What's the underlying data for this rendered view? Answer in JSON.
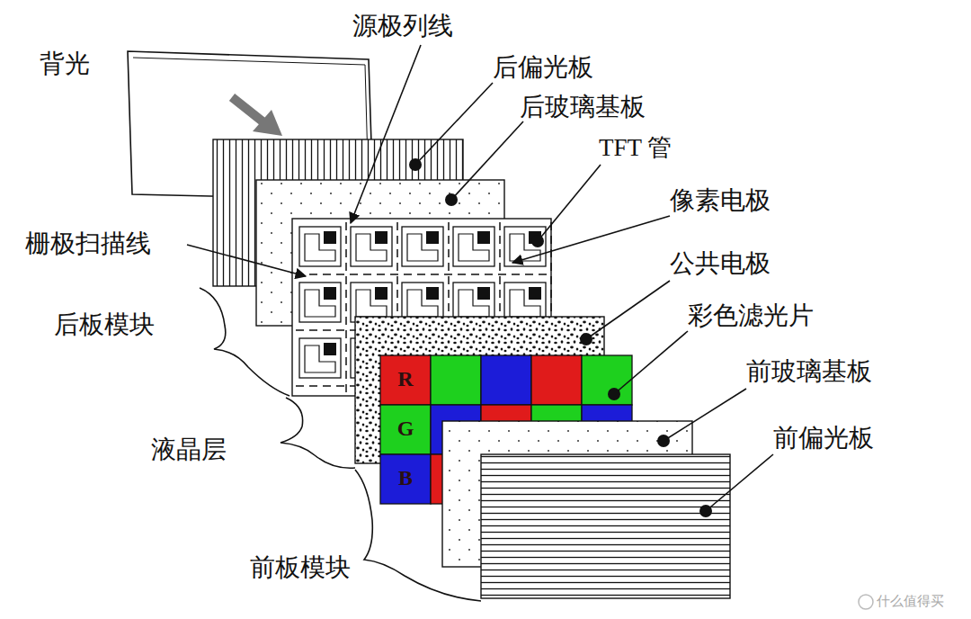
{
  "diagram": {
    "labels": [
      "源极列线",
      "背光",
      "后偏光板",
      "后玻璃基板",
      "TFT 管",
      "像素电极",
      "栅极扫描线",
      "公共电极",
      "后板模块",
      "彩色滤光片",
      "R",
      "液晶层",
      "G",
      "前玻璃基板",
      "B",
      "前偏光板",
      "前板模块",
      "什么值得买"
    ]
  }
}
